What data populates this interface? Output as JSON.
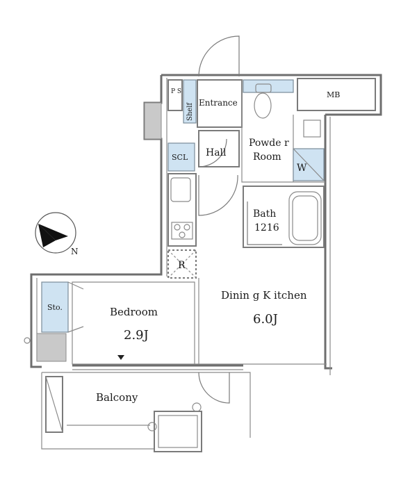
{
  "rooms": {
    "ps": "P S",
    "shelf": "Shelf",
    "entrance": "Entrance",
    "mb": "MB",
    "powder_room_1": "Powde r",
    "powder_room_2": "Room",
    "hall": "Hall",
    "scl": "SCL",
    "w": "W",
    "bath_1": "Bath",
    "bath_2": "1216",
    "r": "R",
    "dining_kitchen": "Dinin g K itchen",
    "dining_kitchen_size": "6.0J",
    "bedroom": "Bedroom",
    "bedroom_size": "2.9J",
    "sto": "Sto.",
    "balcony": "Balcony"
  },
  "compass": {
    "letter": "N"
  },
  "colors": {
    "storage_blue": "#cfe3f2",
    "wall_gray": "#7a7a7a"
  }
}
